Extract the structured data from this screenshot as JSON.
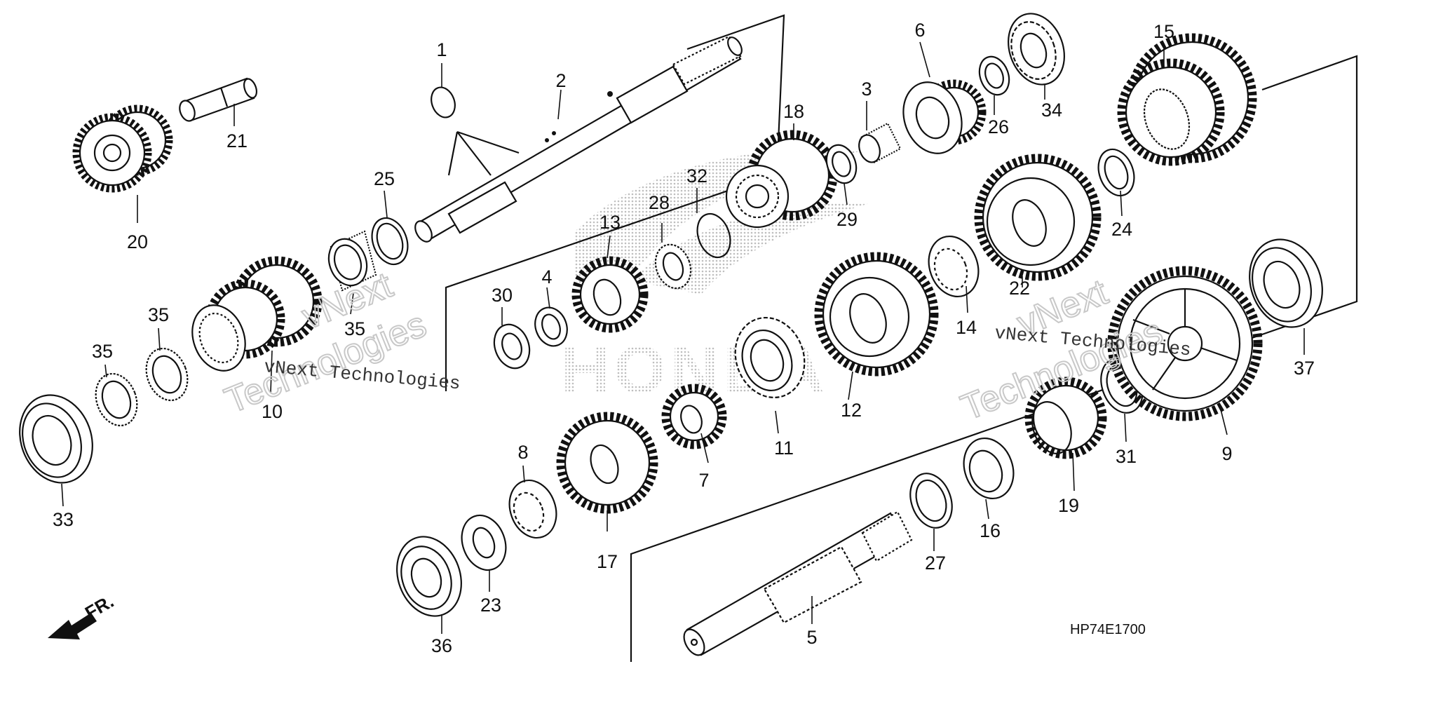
{
  "diagram_code": "HP74E1700",
  "direction_label": "FR.",
  "logo_text": "HONDA",
  "watermark": {
    "company": "vNext Technologies",
    "word_a": "vNext",
    "word_b": "Technologies"
  },
  "colors": {
    "ink": "#111111",
    "watermark": "#c8c8c8",
    "logo": "#bdbdbd"
  },
  "callouts": [
    "1",
    "2",
    "3",
    "4",
    "5",
    "6",
    "7",
    "8",
    "9",
    "10",
    "11",
    "12",
    "13",
    "14",
    "15",
    "16",
    "17",
    "18",
    "19",
    "20",
    "21",
    "22",
    "23",
    "24",
    "25",
    "26",
    "27",
    "28",
    "29",
    "30",
    "31",
    "32",
    "33",
    "34",
    "35",
    "35",
    "35",
    "36",
    "37"
  ]
}
